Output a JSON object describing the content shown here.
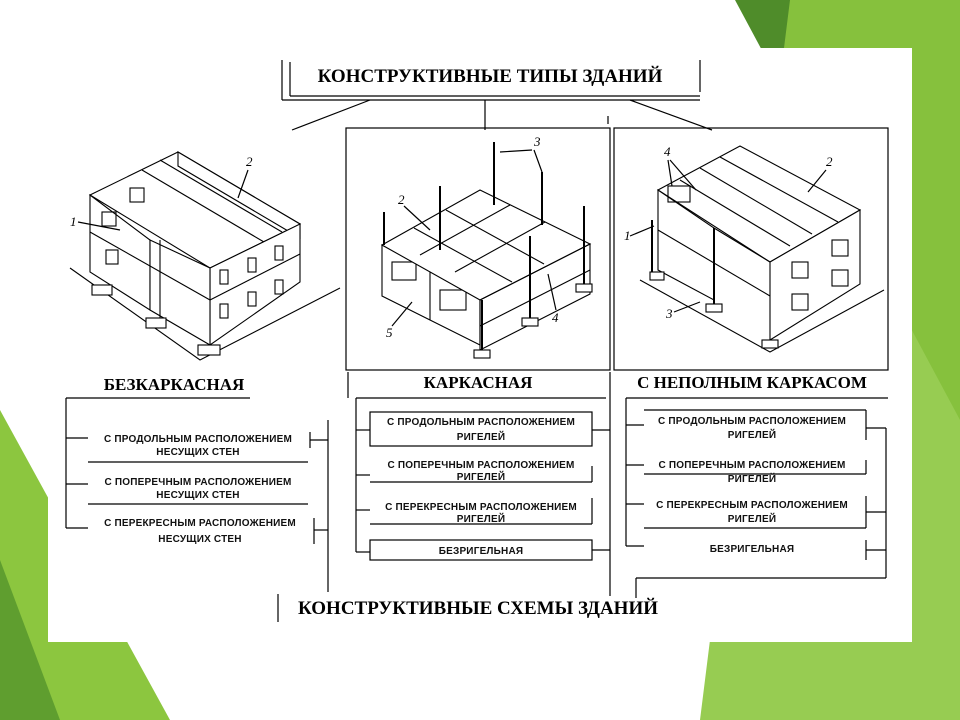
{
  "colors": {
    "slide_background": "#ffffff",
    "accent_dark": "#4f8c2a",
    "accent_light": "#8cc63f",
    "ink": "#000000"
  },
  "title_top": "КОНСТРУКТИВНЫЕ ТИПЫ ЗДАНИЙ",
  "title_bottom": "КОНСТРУКТИВНЫЕ СХЕМЫ ЗДАНИЙ",
  "types": [
    {
      "label": "БЕЗКАРКАСНАЯ",
      "items": [
        [
          "С ПРОДОЛЬНЫМ РАСПОЛОЖЕНИЕМ",
          "НЕСУЩИХ СТЕН"
        ],
        [
          "С ПОПЕРЕЧНЫМ РАСПОЛОЖЕНИЕМ",
          "НЕСУЩИХ СТЕН"
        ],
        [
          "С ПЕРЕКРЕСНЫМ РАСПОЛОЖЕНИЕМ",
          "НЕСУЩИХ СТЕН"
        ]
      ]
    },
    {
      "label": "КАРКАСНАЯ",
      "items": [
        [
          "С ПРОДОЛЬНЫМ РАСПОЛОЖЕНИЕМ",
          "РИГЕЛЕЙ"
        ],
        [
          "С ПОПЕРЕЧНЫМ РАСПОЛОЖЕНИЕМ",
          "РИГЕЛЕЙ"
        ],
        [
          "С ПЕРЕКРЕСНЫМ РАСПОЛОЖЕНИЕМ",
          "РИГЕЛЕЙ"
        ],
        [
          "БЕЗРИГЕЛЬНАЯ"
        ]
      ]
    },
    {
      "label": "С НЕПОЛНЫМ КАРКАСОМ",
      "items": [
        [
          "С ПРОДОЛЬНЫМ РАСПОЛОЖЕНИЕМ",
          "РИГЕЛЕЙ"
        ],
        [
          "С ПОПЕРЕЧНЫМ РАСПОЛОЖЕНИЕМ",
          "РИГЕЛЕЙ"
        ],
        [
          "С ПЕРЕКРЕСНЫМ РАСПОЛОЖЕНИЕМ",
          "РИГЕЛЕЙ"
        ],
        [
          "БЕЗРИГЕЛЬНАЯ"
        ]
      ]
    }
  ],
  "callouts": {
    "frameless": [
      "1",
      "2"
    ],
    "frame": [
      "2",
      "3",
      "4",
      "5"
    ],
    "partial": [
      "1",
      "2",
      "3",
      "4"
    ]
  }
}
